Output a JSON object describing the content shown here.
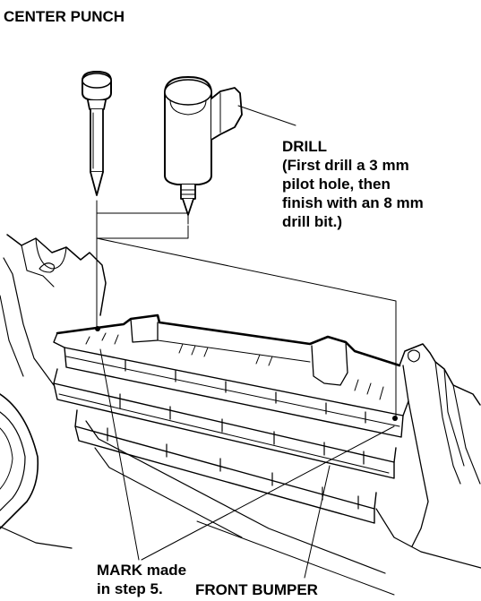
{
  "labels": {
    "center_punch": "CENTER PUNCH",
    "drill_lines": [
      "DRILL",
      "(First drill a 3 mm",
      "pilot hole, then",
      "finish with an 8 mm",
      "drill bit.)"
    ],
    "mark_lines": [
      "MARK made",
      "in step 5."
    ],
    "front_bumper": "FRONT BUMPER"
  }
}
